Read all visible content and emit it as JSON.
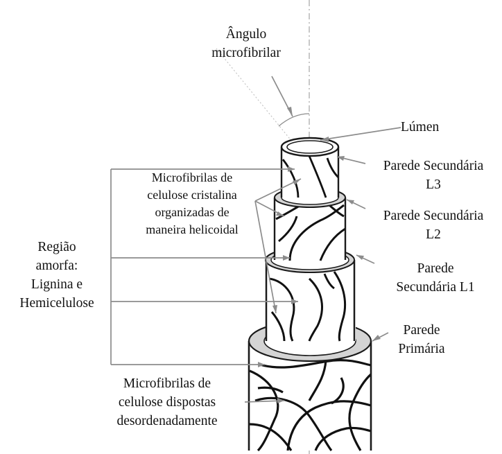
{
  "diagram": {
    "angle_label": [
      "Ângulo",
      "microfibrilar"
    ],
    "lumen_label": "Lúmen",
    "s3_label": [
      "Parede Secundária",
      "L3"
    ],
    "s2_label": [
      "Parede Secundária",
      "L2"
    ],
    "s1_label": [
      "Parede",
      "Secundária L1"
    ],
    "primary_label": [
      "Parede",
      "Primária"
    ],
    "helical_label": [
      "Microfibrilas de",
      "celulose cristalina",
      "organizadas de",
      "maneira helicoidal"
    ],
    "amorphous_label": [
      "Região",
      "amorfa:",
      "Lignina e",
      "Hemicelulose"
    ],
    "disordered_label": [
      "Microfibrilas de",
      "celulose dispostas",
      "desordenadamente"
    ],
    "colors": {
      "stroke": "#1a1a1a",
      "band": "#d4d4d4",
      "callout": "#8c8c8c",
      "axis": "#aaaaaa"
    }
  }
}
